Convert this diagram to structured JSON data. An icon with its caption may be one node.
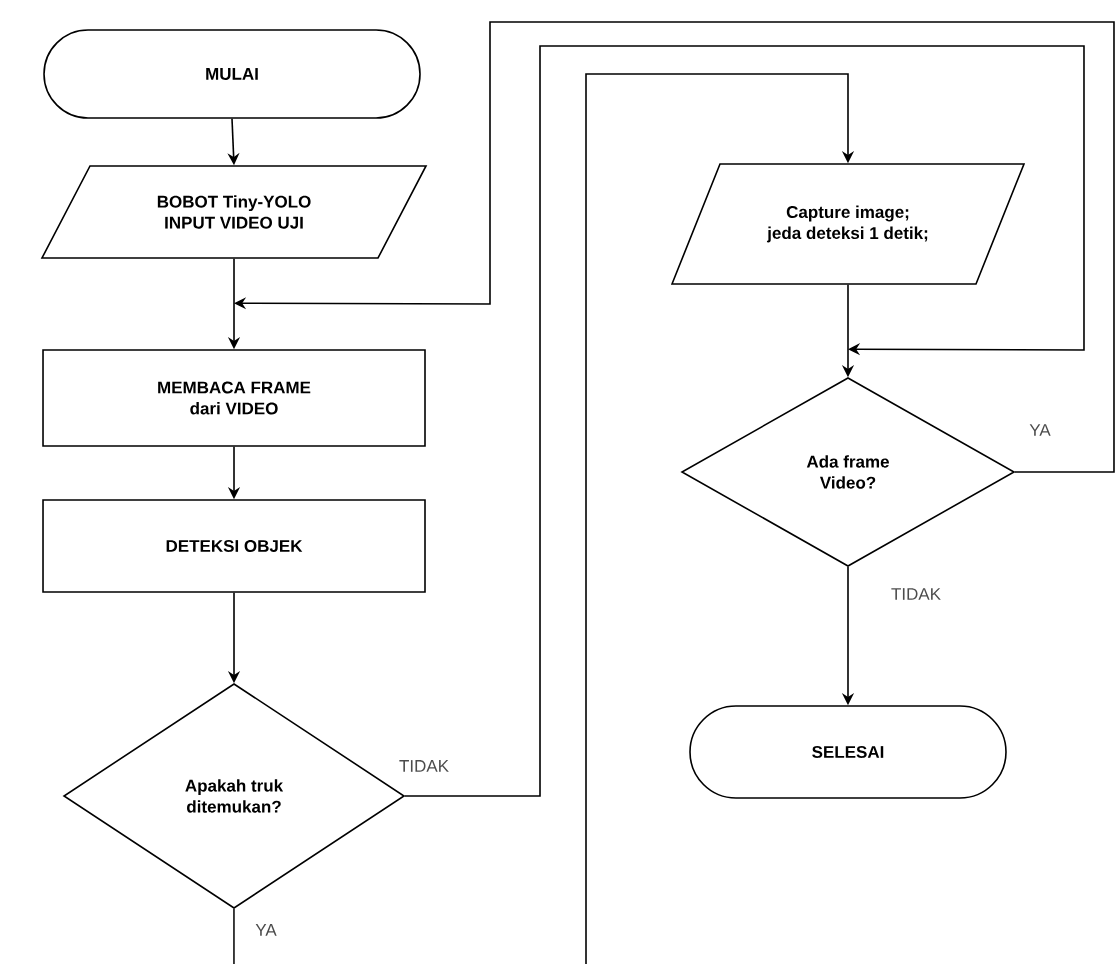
{
  "diagram": {
    "nodes": [
      {
        "text": [
          "MULAI"
        ]
      },
      {
        "text": [
          "BOBOT Tiny-YOLO INPUT VIDEO UJI"
        ]
      },
      {
        "text": [
          "MEMBACA FRAME dari VIDEO"
        ]
      },
      {
        "text": [
          "DETEKSI OBJEK"
        ]
      },
      {
        "text": [
          "Apakah truk ditemukan?"
        ]
      },
      {
        "text": [
          "Capture image; jeda deteksi 1 detik;"
        ]
      },
      {
        "text": [
          "Ada frame Video?"
        ]
      },
      {
        "text": [
          "SELESAI"
        ]
      }
    ],
    "edges": [
      {
        "from": 0,
        "to": 1,
        "arrow": "to"
      },
      {
        "from": 1,
        "to": 2,
        "arrow": "to"
      },
      {
        "from": 2,
        "to": 3,
        "arrow": "to"
      },
      {
        "from": 3,
        "to": 4,
        "arrow": "to"
      },
      {
        "from": 4,
        "to": 6,
        "arrow": "to",
        "label": "TIDAK"
      },
      {
        "from": 4,
        "to": null,
        "arrow": "none",
        "label": "YA"
      },
      {
        "from": null,
        "to": 5,
        "arrow": "to"
      },
      {
        "from": 5,
        "to": 6,
        "arrow": "to"
      },
      {
        "from": 6,
        "to": 7,
        "arrow": "to",
        "label": "TIDAK"
      },
      {
        "from": 6,
        "to": 2,
        "arrow": "to",
        "label": "YA"
      }
    ]
  }
}
